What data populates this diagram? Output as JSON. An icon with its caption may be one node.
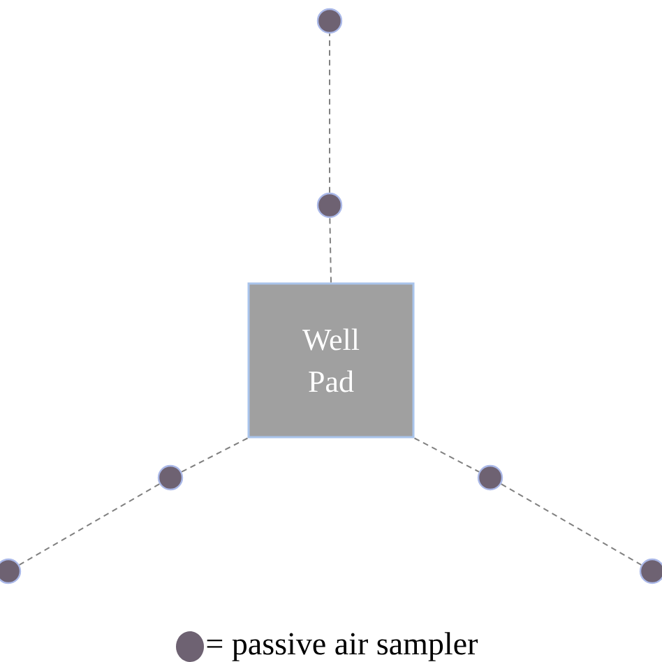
{
  "diagram": {
    "nodes": [
      {
        "text": [
          "Well Pad"
        ]
      },
      {
        "text": [],
        "shape": "circle"
      },
      {
        "text": [],
        "shape": "circle"
      },
      {
        "text": [],
        "shape": "circle"
      },
      {
        "text": [],
        "shape": "circle"
      },
      {
        "text": [],
        "shape": "circle"
      },
      {
        "text": [],
        "shape": "circle"
      }
    ],
    "edges": [
      {
        "from": 0,
        "to": 2,
        "arrow": "none",
        "style": "dashed"
      },
      {
        "from": 2,
        "to": 1,
        "arrow": "none",
        "style": "dashed"
      },
      {
        "from": 0,
        "to": 3,
        "arrow": "none",
        "style": "dashed"
      },
      {
        "from": 3,
        "to": 5,
        "arrow": "none",
        "style": "dashed"
      },
      {
        "from": 0,
        "to": 4,
        "arrow": "none",
        "style": "dashed"
      },
      {
        "from": 4,
        "to": 6,
        "arrow": "none",
        "style": "dashed"
      }
    ],
    "legend": [
      {
        "text": "= passive air sampler",
        "color": "#6e6272"
      }
    ]
  }
}
